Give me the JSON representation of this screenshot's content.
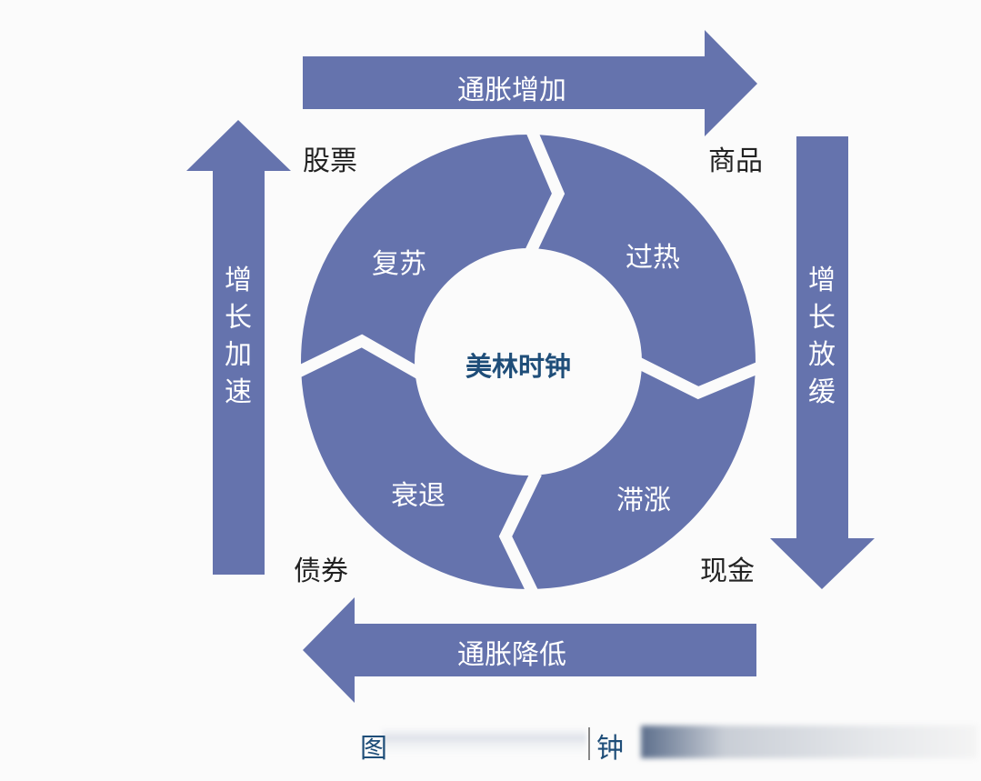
{
  "center_title": "美林时钟",
  "phases": {
    "recovery": "复苏",
    "overheat": "过热",
    "stagflation": "滞涨",
    "recession": "衰退"
  },
  "assets": {
    "stocks": "股票",
    "commodities": "商品",
    "cash": "现金",
    "bonds": "债券"
  },
  "arrows": {
    "top": "通胀增加",
    "bottom": "通胀降低",
    "left": "增长加速",
    "right": "增长放缓"
  },
  "caption": {
    "start": "图",
    "end": "钟"
  },
  "colors": {
    "shape": "#6573ad",
    "center_text": "#1f4e79"
  }
}
